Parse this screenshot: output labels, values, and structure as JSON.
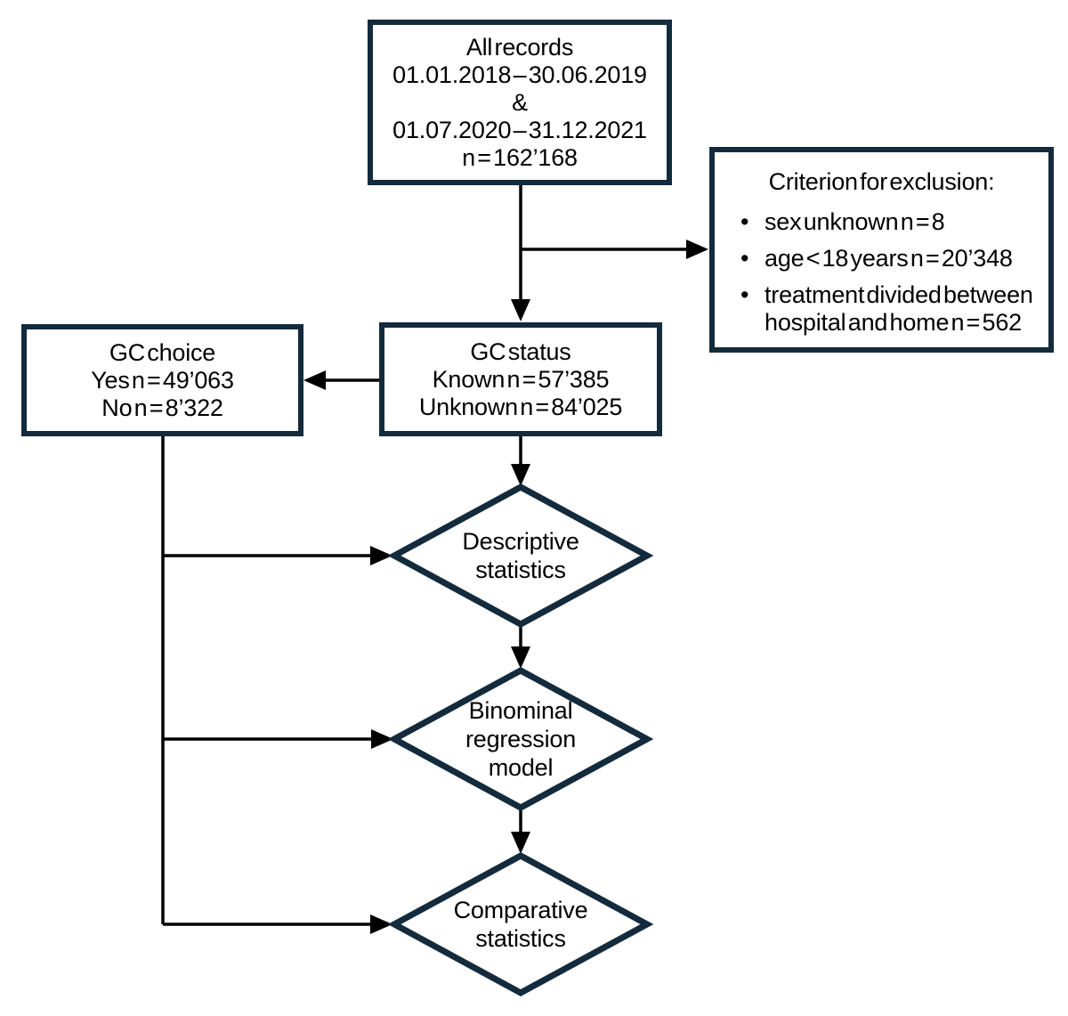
{
  "diagram": {
    "background_color": "#ffffff",
    "node_border_color": "#132b3c",
    "connector_color": "#000000",
    "text_color": "#000000",
    "nodes": {
      "all_records": {
        "lines": [
          "All records",
          "01.01.2018 – 30.06.2019",
          "&",
          "01.07.2020 – 31.12.2021",
          "n = 162’168"
        ]
      },
      "exclusion": {
        "title": "Criterion for exclusion:",
        "bullets": [
          "sex unknown n = 8",
          "age < 18 years n = 20’348",
          "treatment divided between hospital and home n = 562"
        ]
      },
      "gc_status": {
        "lines": [
          "GC status",
          "Known n = 57’385",
          "Unknown n = 84’025"
        ]
      },
      "gc_choice": {
        "lines": [
          "GC choice",
          "Yes n = 49’063",
          "No n = 8’322"
        ]
      },
      "descriptive": {
        "lines": [
          "Descriptive",
          "statistics"
        ]
      },
      "binominal": {
        "lines": [
          "Binominal",
          "regression",
          "model"
        ]
      },
      "comparative": {
        "lines": [
          "Comparative",
          "statistics"
        ]
      }
    }
  }
}
